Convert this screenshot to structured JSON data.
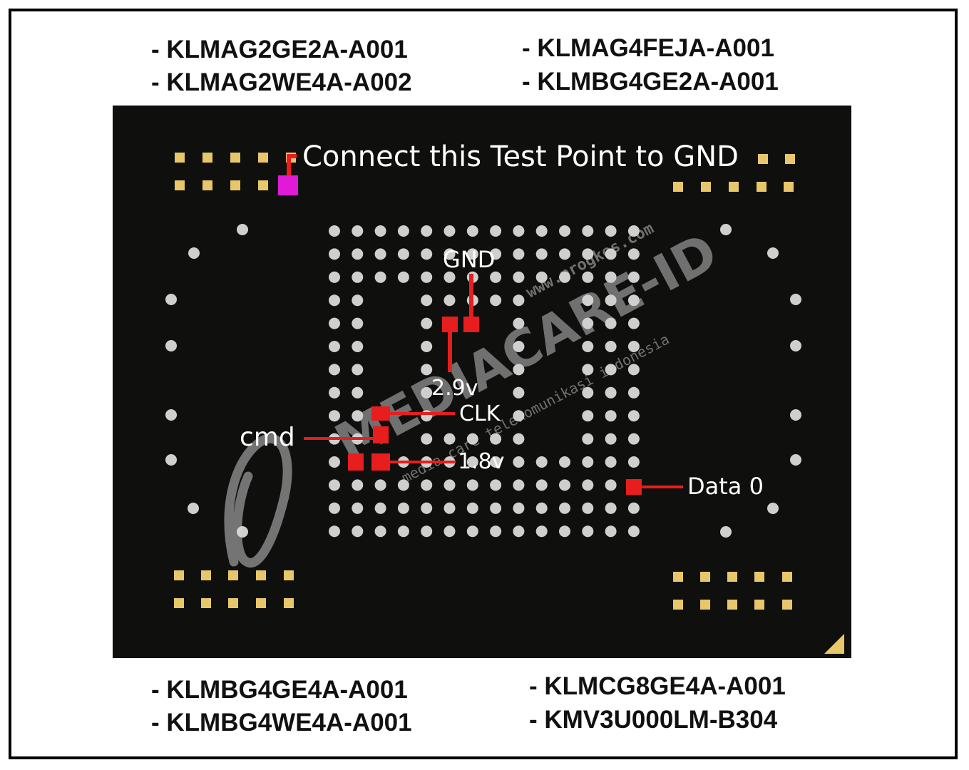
{
  "top_left_parts": [
    "- KLMAG2GE2A-A001",
    "- KLMAG2WE4A-A002"
  ],
  "top_right_parts": [
    "- KLMAG4FEJA-A001",
    "- KLMBG4GE2A-A001"
  ],
  "bottom_left_parts": [
    "- KLMBG4GE4A-A001",
    "- KLMBG4WE4A-A001"
  ],
  "bottom_right_parts": [
    "- KLMCG8GE4A-A001",
    "- KMV3U000LM-B304"
  ],
  "board": {
    "instruction": "Connect this Test Point to GND",
    "labels": {
      "gnd": "GND",
      "v29": "2.9v",
      "clk": "CLK",
      "cmd": "cmd",
      "v18": "1.8v",
      "data0": "Data 0"
    }
  },
  "watermark": {
    "brand": "MEDIACARE-ID",
    "url": "www.progkes.com",
    "tagline": "media care telekomunikasi indonesia",
    "tagline_short": "media care telekomunikasi indonesia"
  },
  "colors": {
    "marker_red": "#e81d1d",
    "test_point": "#e01ad6",
    "pad_gold": "#e8c76a",
    "board": "#0f100e",
    "ball": "#cfcfcf"
  }
}
